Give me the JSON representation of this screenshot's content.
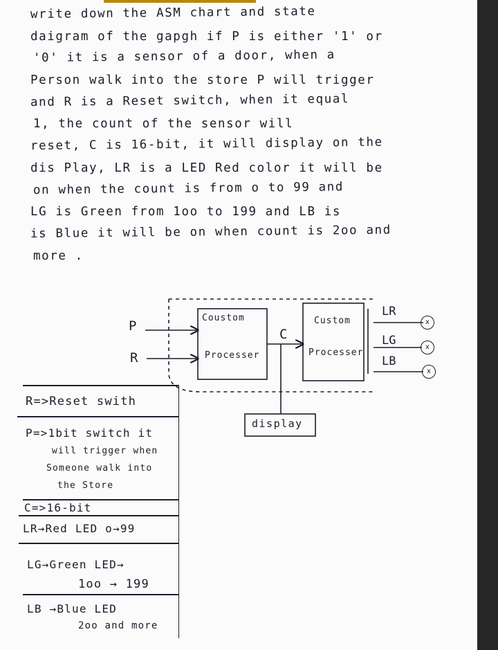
{
  "note_lines": [
    "write down  the  ASM chart and state",
    "daigram of the gapgh if  P is either '1' or",
    "'0'  it  is   a  sensor  of  a door, when a",
    "Person walk into the store  P will trigger",
    "and  R is  a Reset switch, when it equal",
    "1, the count of  the  sensor  will",
    "reset, C is 16-bit, it will display on the",
    "dis Play, LR is a LED Red color  it will be",
    "on  when  the  count is  from o to 99  and",
    "LG is Green from 1oo to 199 and LB is",
    "is Blue  it will  be   on  when  count is 2oo and",
    "more ."
  ],
  "diagram": {
    "inputs": [
      "P",
      "R"
    ],
    "block1": {
      "top": "Coustom",
      "bottom": "Processer"
    },
    "block2": {
      "top": "Custom",
      "bottom": "Processer"
    },
    "link_label": "C",
    "outputs": [
      "LR",
      "LG",
      "LB"
    ],
    "output_symbol": "x",
    "display_label": "display"
  },
  "legend": {
    "items": [
      {
        "lines": [
          "R=>Reset swith"
        ]
      },
      {
        "lines": [
          "P=>1bit switch it",
          "will trigger when",
          "Someone walk into",
          "the Store"
        ]
      },
      {
        "lines": [
          "C=>16-bit"
        ]
      },
      {
        "lines": [
          "LR→Red LED o→99"
        ]
      },
      {
        "lines": [
          "LG→Green LED→",
          "1oo → 199"
        ]
      },
      {
        "lines": [
          "LB →Blue LED",
          "2oo and more"
        ]
      }
    ]
  }
}
